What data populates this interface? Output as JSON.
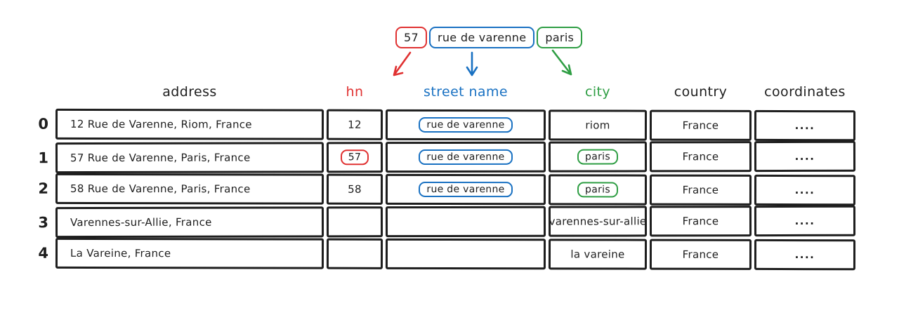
{
  "tokens": {
    "hn": {
      "text": "57",
      "color": "#e03131"
    },
    "street": {
      "text": "rue de varenne",
      "color": "#1971c2"
    },
    "city": {
      "text": "paris",
      "color": "#2f9e44"
    }
  },
  "colors": {
    "ink": "#1e1e1e",
    "red": "#e03131",
    "blue": "#1971c2",
    "green": "#2f9e44"
  },
  "header": {
    "columns": [
      {
        "key": "address",
        "label": "address",
        "color": "#1e1e1e"
      },
      {
        "key": "hn",
        "label": "hn",
        "color": "#e03131"
      },
      {
        "key": "street_name",
        "label": "street name",
        "color": "#1971c2"
      },
      {
        "key": "city",
        "label": "city",
        "color": "#2f9e44"
      },
      {
        "key": "country",
        "label": "country",
        "color": "#1e1e1e"
      },
      {
        "key": "coordinates",
        "label": "coordinates",
        "color": "#1e1e1e"
      }
    ]
  },
  "rows": [
    {
      "index": "0",
      "address": "12 Rue de Varenne, Riom, France",
      "hn": {
        "text": "12",
        "boxed": false
      },
      "street": {
        "text": "rue de varenne",
        "boxed": true
      },
      "city": {
        "text": "riom",
        "boxed": false
      },
      "country": "France",
      "coordinates": "...."
    },
    {
      "index": "1",
      "address": "57 Rue de Varenne, Paris, France",
      "hn": {
        "text": "57",
        "boxed": true
      },
      "street": {
        "text": "rue de varenne",
        "boxed": true
      },
      "city": {
        "text": "paris",
        "boxed": true
      },
      "country": "France",
      "coordinates": "...."
    },
    {
      "index": "2",
      "address": "58 Rue de Varenne, Paris, France",
      "hn": {
        "text": "58",
        "boxed": false
      },
      "street": {
        "text": "rue de varenne",
        "boxed": true
      },
      "city": {
        "text": "paris",
        "boxed": true
      },
      "country": "France",
      "coordinates": "...."
    },
    {
      "index": "3",
      "address": "Varennes-sur-Allie, France",
      "hn": {
        "text": "",
        "boxed": false
      },
      "street": {
        "text": "",
        "boxed": false
      },
      "city": {
        "text": "varennes-sur-allie",
        "boxed": false
      },
      "country": "France",
      "coordinates": "...."
    },
    {
      "index": "4",
      "address": "La Vareine, France",
      "hn": {
        "text": "",
        "boxed": false
      },
      "street": {
        "text": "",
        "boxed": false
      },
      "city": {
        "text": "la vareine",
        "boxed": false
      },
      "country": "France",
      "coordinates": "...."
    }
  ]
}
